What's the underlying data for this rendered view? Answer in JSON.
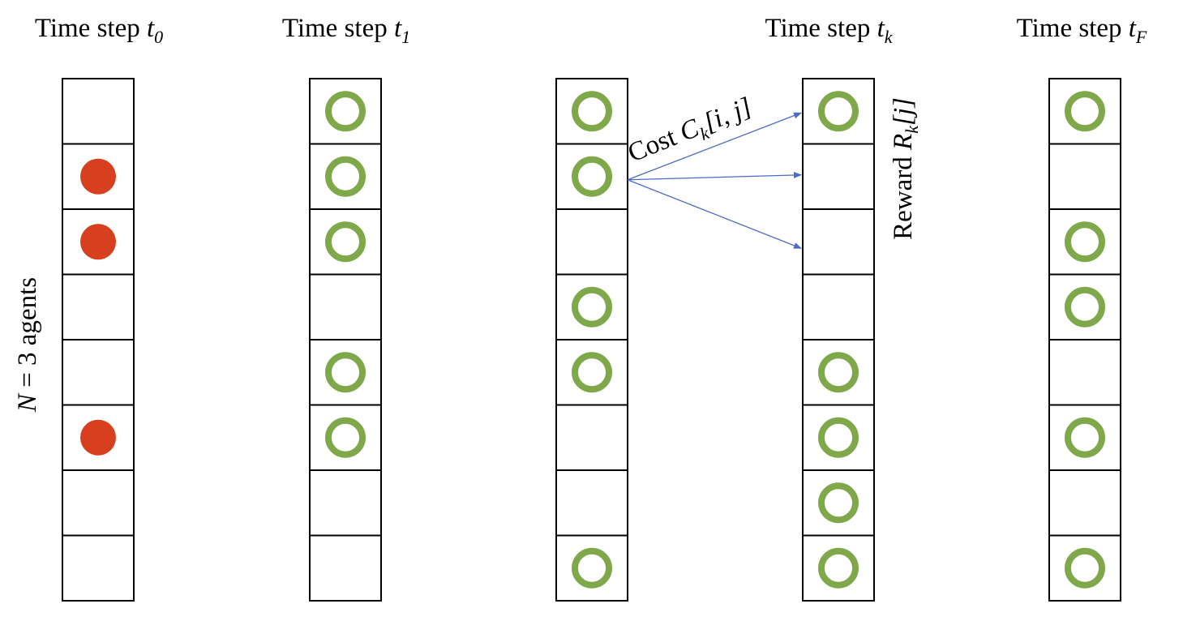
{
  "colors": {
    "start_agent": "#d7401f",
    "agent_ring": "#7ea84a",
    "transition_arrow": "#4a6cc7",
    "cell_border": "#000000"
  },
  "left_label": {
    "prefix": "N",
    "rest": " = 3 agents"
  },
  "columns": [
    {
      "title": "Time step ",
      "sub": "0",
      "marker": "dot",
      "occupied": [
        1,
        2,
        5
      ]
    },
    {
      "title": "Time step ",
      "sub": "1",
      "marker": "ring",
      "occupied": [
        0,
        1,
        2,
        4,
        5
      ]
    },
    {
      "title": "",
      "sub": "",
      "marker": "ring",
      "occupied": [
        0,
        1,
        3,
        4,
        7
      ]
    },
    {
      "title": "Time step ",
      "sub": "k",
      "marker": "ring",
      "occupied": [
        0,
        4,
        5,
        6,
        7
      ]
    },
    {
      "title": "Time step ",
      "sub": "F",
      "marker": "ring",
      "occupied": [
        0,
        2,
        3,
        5,
        7
      ]
    }
  ],
  "cells_per_column": 8,
  "transition": {
    "from": {
      "column": 2,
      "cell": 1
    },
    "to": [
      {
        "column": 3,
        "cell": 0
      },
      {
        "column": 3,
        "cell": 1
      },
      {
        "column": 3,
        "cell": 2
      }
    ]
  },
  "cost_label": {
    "word": "Cost ",
    "symbol": "C",
    "sub": "k",
    "index": "[i, j]"
  },
  "reward_label": {
    "word": "Reward ",
    "symbol": "R",
    "sub": "k",
    "index": "[j]"
  }
}
